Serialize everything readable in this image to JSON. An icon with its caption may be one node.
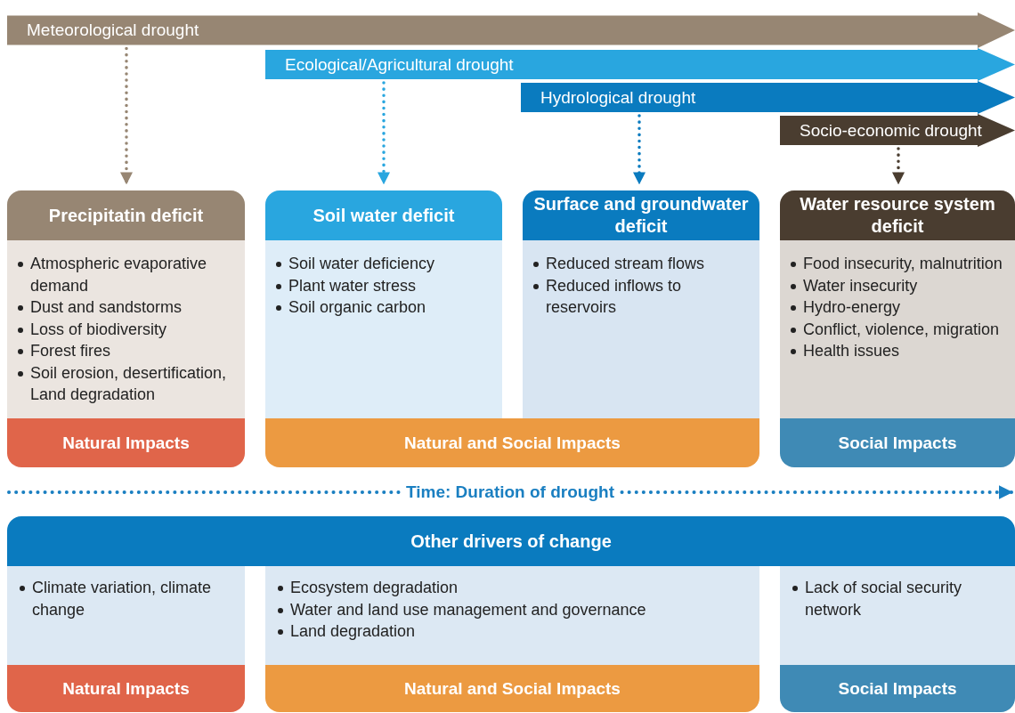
{
  "diagram": {
    "nodes": [
      {
        "text": [
          "Meteorological drought"
        ]
      },
      {
        "text": [
          "Ecological/Agricultural drought"
        ]
      },
      {
        "text": [
          "Hydrological drought"
        ]
      },
      {
        "text": [
          "Socio-economic drought"
        ]
      },
      {
        "text": [
          "Precipitatin deficit",
          "Atmospheric evaporative demand",
          "Dust and sandstorms",
          "Loss of biodiversity",
          "Forest fires",
          "Soil erosion, desertification, Land degradation"
        ]
      },
      {
        "text": [
          "Soil water deficit",
          "Soil water deficiency",
          "Plant water stress",
          "Soil organic carbon"
        ]
      },
      {
        "text": [
          "Surface and groundwater deficit",
          "Reduced stream flows",
          "Reduced inflows to reservoirs"
        ]
      },
      {
        "text": [
          "Water resource system deficit",
          "Food insecurity, malnutrition",
          "Water insecurity",
          "Hydro-energy",
          "Conflict, violence, migration",
          "Health issues"
        ]
      },
      {
        "text": [
          "Natural Impacts"
        ]
      },
      {
        "text": [
          "Natural and Social Impacts"
        ]
      },
      {
        "text": [
          "Social Impacts"
        ]
      },
      {
        "text": [
          "Other drivers of change"
        ]
      },
      {
        "text": [
          "Climate variation, climate change"
        ],
        "in": 11
      },
      {
        "text": [
          "Ecosystem degradation",
          "Water and land use management and governance",
          "Land degradation"
        ],
        "in": 11
      },
      {
        "text": [
          "Lack of social security network"
        ],
        "in": 11
      },
      {
        "text": [
          "Natural Impacts"
        ],
        "in": 11
      },
      {
        "text": [
          "Natural and Social Impacts"
        ],
        "in": 11
      },
      {
        "text": [
          "Social Impacts"
        ],
        "in": 11
      }
    ],
    "edges": [
      {
        "from": 0,
        "to": 4,
        "arrow": "to",
        "style": "dashed",
        "color": "#978673"
      },
      {
        "from": 1,
        "to": 5,
        "arrow": "to",
        "style": "dashed",
        "color": "#29a6df"
      },
      {
        "from": 2,
        "to": 6,
        "arrow": "to",
        "style": "dashed",
        "color": "#0a7bbf"
      },
      {
        "from": 3,
        "to": 7,
        "arrow": "to",
        "style": "dashed",
        "color": "#4a3d30"
      }
    ],
    "labels": [
      "Time: Duration of drought"
    ]
  }
}
